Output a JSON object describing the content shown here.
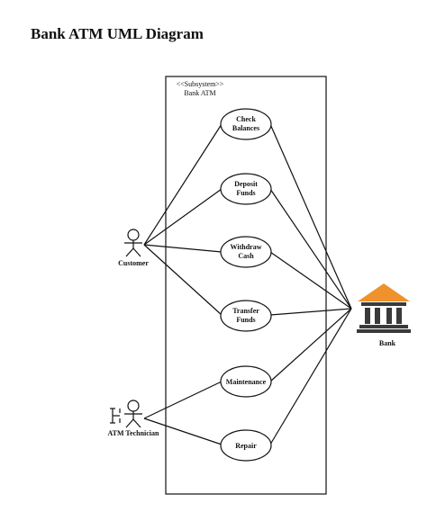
{
  "title": "Bank ATM UML Diagram",
  "subsystem": {
    "stereotype": "<<Subsystem>>",
    "name": "Bank ATM"
  },
  "actors": {
    "customer": "Customer",
    "technician": "ATM Technician",
    "bank": "Bank"
  },
  "use_cases": [
    {
      "line1": "Check",
      "line2": "Balances"
    },
    {
      "line1": "Deposit",
      "line2": "Funds"
    },
    {
      "line1": "Withdraw",
      "line2": "Cash"
    },
    {
      "line1": "Transfer",
      "line2": "Funds"
    },
    {
      "line1": "Maintenance",
      "line2": ""
    },
    {
      "line1": "Repair",
      "line2": ""
    }
  ],
  "colors": {
    "bank_roof": "#f0922b",
    "bank_body": "#3a3a3a",
    "stroke": "#111111"
  }
}
